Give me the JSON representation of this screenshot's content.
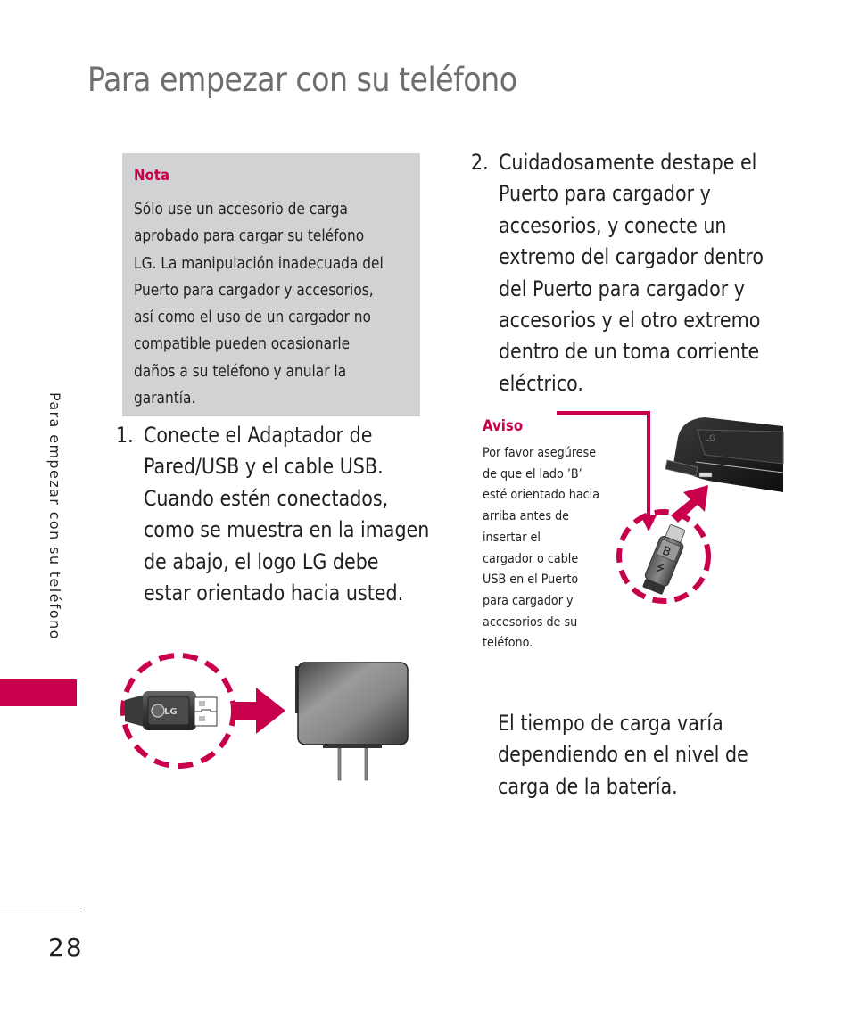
{
  "page": {
    "title": "Para empezar con su teléfono",
    "side_tab": "Para empezar con su teléfono",
    "page_number": "28",
    "accent_color": "#c8004c",
    "note_bg_color": "#d1d2d4",
    "title_color": "#6d6e71"
  },
  "note": {
    "title": "Nota",
    "lines": [
      "Sólo use un accesorio de carga",
      "aprobado para cargar su teléfono",
      "LG. La manipulación inadecuada del",
      "Puerto para cargador y accesorios,",
      "así como el uso de un cargador no",
      "compatible pueden ocasionarle",
      "daños a su teléfono y anular la",
      "garantía."
    ]
  },
  "steps": [
    {
      "number": "1.",
      "lines": [
        "Conecte el Adaptador de",
        "Pared/USB y el cable USB.",
        "Cuando estén conectados,",
        "como se muestra en la imagen",
        "de abajo, el logo LG debe",
        "estar orientado hacia usted."
      ]
    },
    {
      "number": "2.",
      "lines": [
        "Cuidadosamente destape el",
        "Puerto para cargador y",
        "accesorios, y conecte un",
        "extremo del cargador dentro",
        "del Puerto para cargador y",
        "accesorios y el otro extremo",
        "dentro de un toma corriente",
        "eléctrico."
      ]
    }
  ],
  "warning": {
    "title": "Aviso",
    "lines": [
      "Por favor asegúrese",
      "de que el lado ’B’",
      "esté orientado hacia",
      "arriba antes de",
      "insertar el",
      "cargador o cable",
      "USB en el Puerto",
      "para cargador y",
      "accesorios de su",
      "teléfono."
    ]
  },
  "charge_note": {
    "lines": [
      "El tiempo de carga varía",
      "dependiendo en el nivel de",
      "carga de la batería."
    ]
  },
  "illustrations": {
    "usb_plug_logo": "LG",
    "micro_usb_side_label": "B"
  }
}
